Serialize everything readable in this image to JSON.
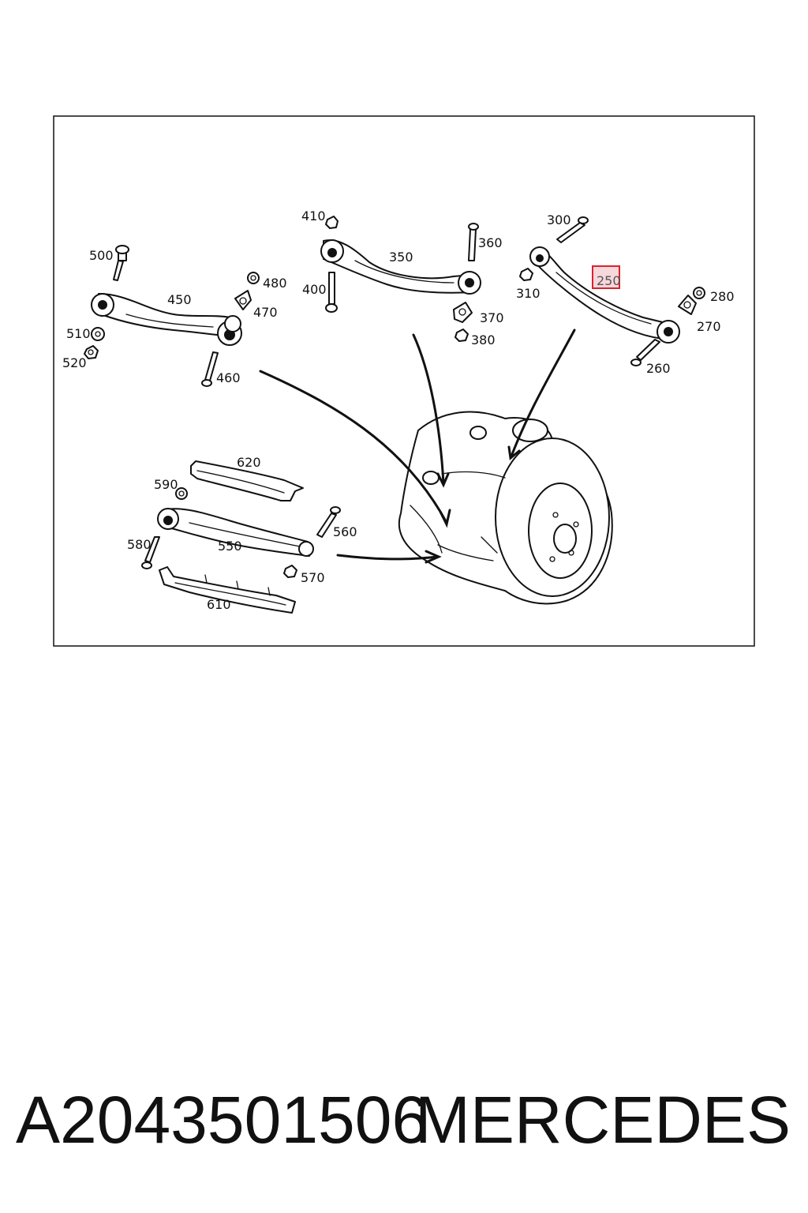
{
  "diagram": {
    "highlighted_part": "250",
    "labels": {
      "l500": "500",
      "l450": "450",
      "l480": "480",
      "l470": "470",
      "l510": "510",
      "l520": "520",
      "l460": "460",
      "l410": "410",
      "l360": "360",
      "l350": "350",
      "l400": "400",
      "l370": "370",
      "l380": "380",
      "l300": "300",
      "l310": "310",
      "l250": "250",
      "l280": "280",
      "l270": "270",
      "l260": "260",
      "l620": "620",
      "l590": "590",
      "l560": "560",
      "l580": "580",
      "l550": "550",
      "l570": "570",
      "l610": "610"
    },
    "colors": {
      "highlight": "#d9232e",
      "highlight_fill": "#f6d7db"
    }
  },
  "caption": {
    "part_number": "A2043501506",
    "brand": "MERCEDES"
  }
}
